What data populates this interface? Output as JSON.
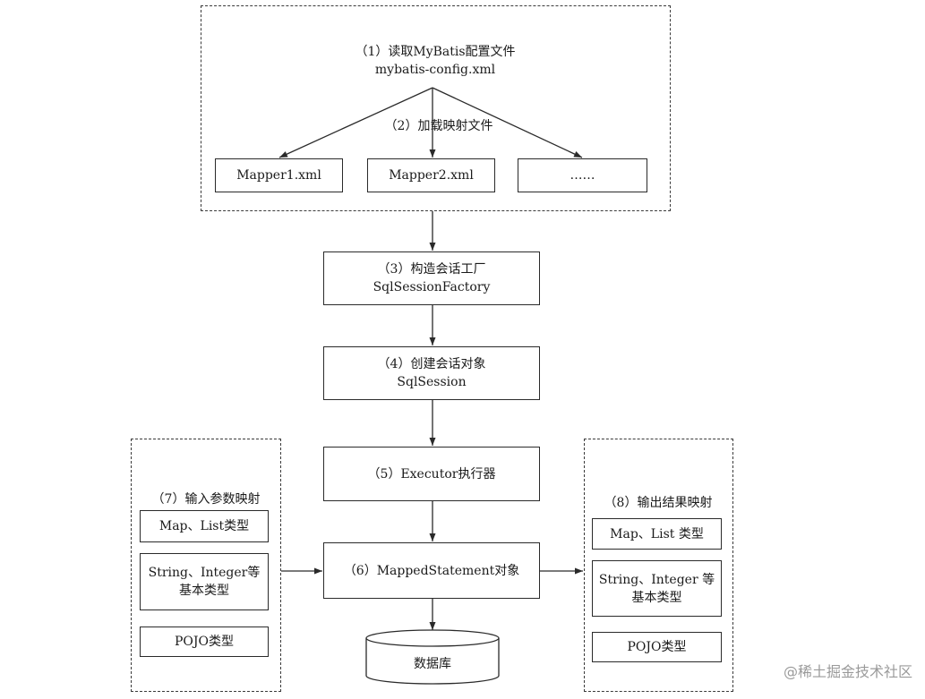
{
  "step1": {
    "title": "（1）读取MyBatis配置文件",
    "subtitle": "mybatis-config.xml"
  },
  "step2": {
    "title": "（2）加载映射文件"
  },
  "mappers": [
    "Mapper1.xml",
    "Mapper2.xml",
    "……"
  ],
  "step3": {
    "title": "（3）构造会话工厂",
    "subtitle": "SqlSessionFactory"
  },
  "step4": {
    "title": "（4）创建会话对象",
    "subtitle": "SqlSession"
  },
  "step5": {
    "title": "（5）Executor执行器"
  },
  "step6": {
    "title": "（6）MappedStatement对象"
  },
  "database": {
    "label": "数据库"
  },
  "input_mapping": {
    "title": "（7）输入参数映射",
    "items": [
      {
        "line1": "Map、List类型"
      },
      {
        "line1": "String、Integer等",
        "line2": "基本类型"
      },
      {
        "line1": "POJO类型"
      }
    ]
  },
  "output_mapping": {
    "title": "（8）输出结果映射",
    "items": [
      {
        "line1": "Map、List 类型"
      },
      {
        "line1": "String、Integer 等",
        "line2": "基本类型"
      },
      {
        "line1": "POJO类型"
      }
    ]
  },
  "watermark": "@稀土掘金技术社区",
  "colors": {
    "stroke": "#2a2a2a",
    "dash": "#3a3a3a",
    "watermark": "#9a9a9a"
  }
}
